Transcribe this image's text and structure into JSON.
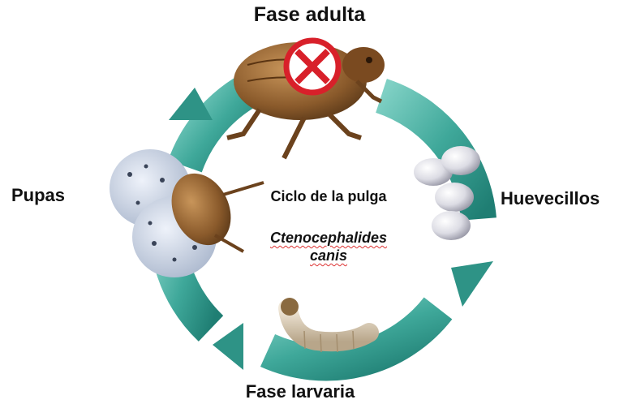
{
  "diagram": {
    "stage_adult": "Fase adulta",
    "stage_pupae": "Pupas",
    "stage_eggs": "Huevecillos",
    "stage_larva": "Fase larvaria",
    "center_title": "Ciclo de la pulga",
    "species_line1": "Ctenocephalides",
    "species_line2": "canis"
  },
  "colors": {
    "arrow": "#3fa89a",
    "arrow_dark": "#1f7e73",
    "cross": "#d8202a",
    "flea": "#8a5a2b",
    "egg": "#dcdce4",
    "larva": "#d9cbb4"
  },
  "icons": [
    "cycle-arrow",
    "flea-adult",
    "prohibition-icon",
    "pupa-cocoon",
    "egg-cluster",
    "larva"
  ]
}
